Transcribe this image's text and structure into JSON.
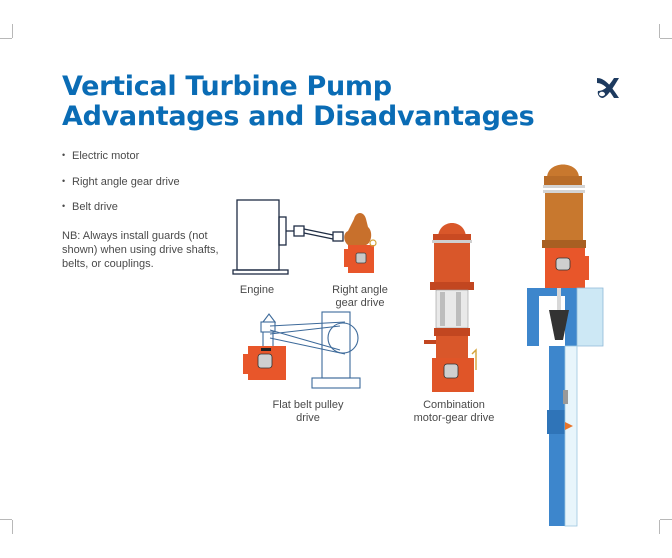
{
  "slide": {
    "title_line1": "Vertical Turbine Pump",
    "title_line2": "Advantages and Disadvantages",
    "logo_icon": "x-brand-logo",
    "title_color": "#0a6cb5"
  },
  "bullets": [
    "Electric motor",
    "Right angle gear drive",
    "Belt drive"
  ],
  "bullet_glyph": "•",
  "note": "NB: Always install guards (not shown) when using drive shafts, belts, or couplings.",
  "diagram_labels": {
    "engine": "Engine",
    "right_angle_line1": "Right angle",
    "right_angle_line2": "gear drive",
    "flat_belt_line1": "Flat belt pulley",
    "flat_belt_line2": "drive",
    "combo_line1": "Combination",
    "combo_line2": "motor-gear drive"
  },
  "colors": {
    "pump_orange": "#e8562a",
    "motor_bronze": "#c8782e",
    "outline_blue": "#2c5a8c",
    "pipe_blue": "#3d86cc",
    "pipe_light": "#cde8f5"
  }
}
